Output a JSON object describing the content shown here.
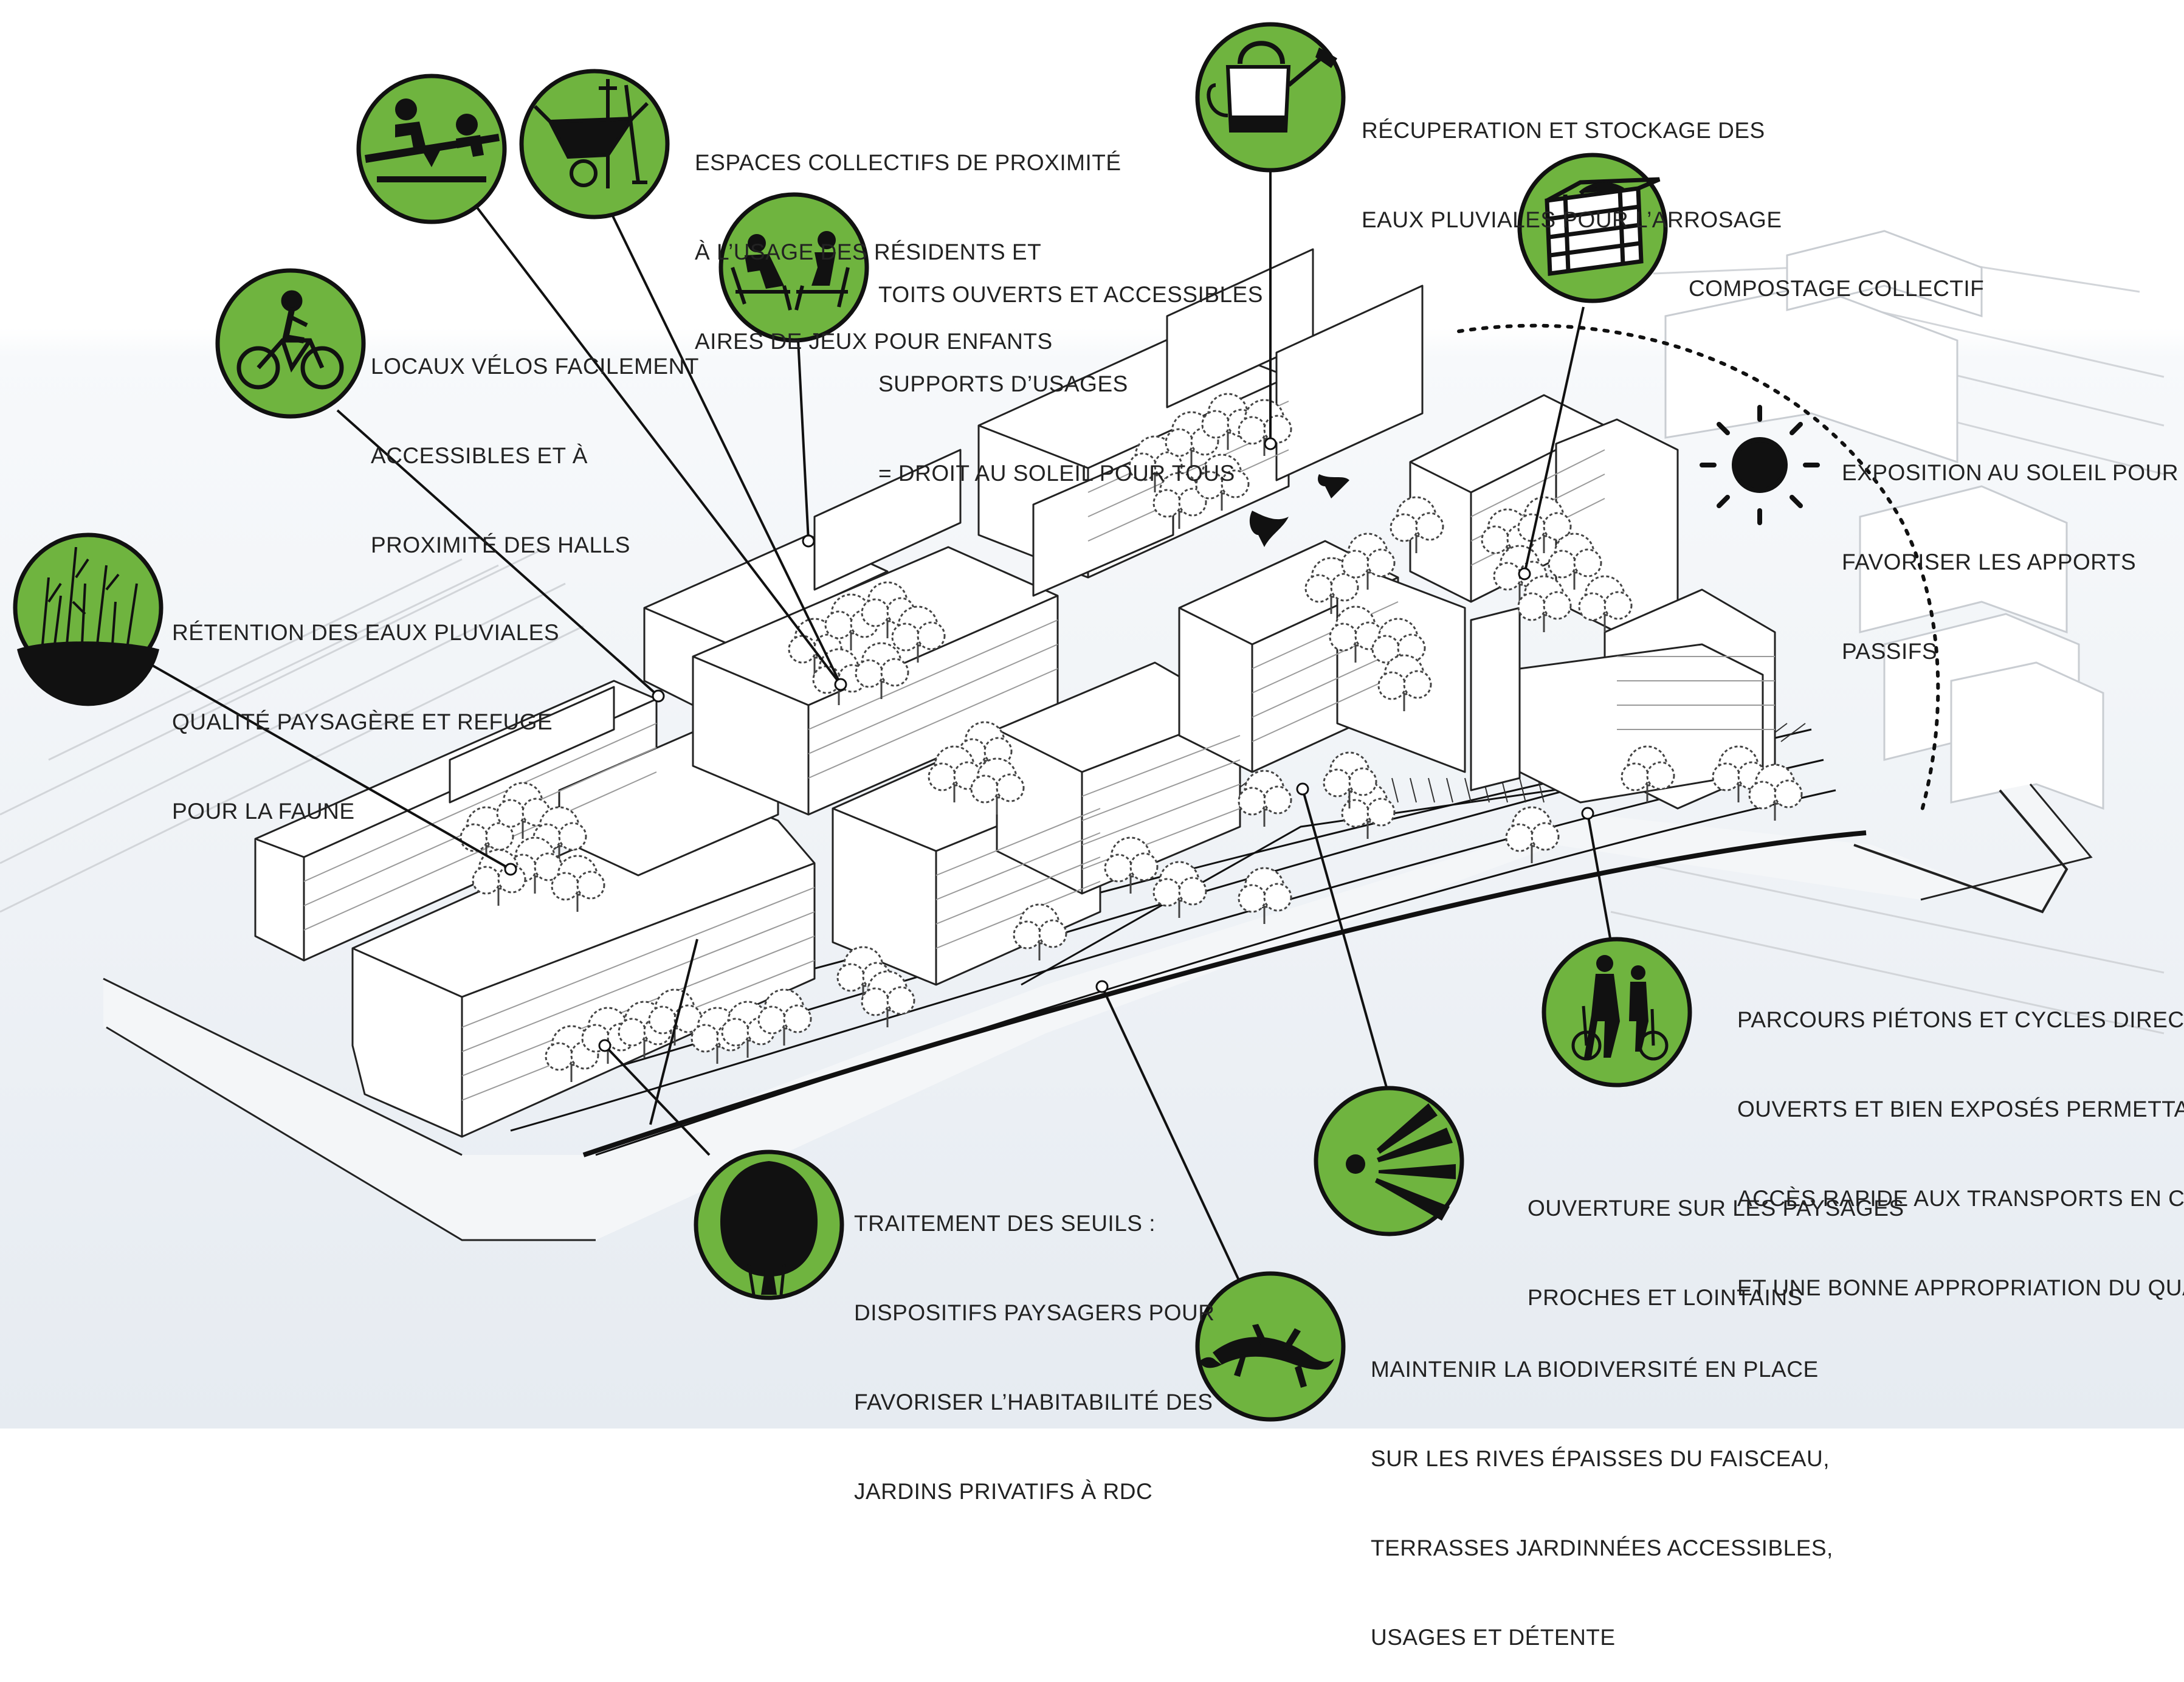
{
  "colors": {
    "icon_green": "#6fb43f",
    "ink": "#111111",
    "text": "#222222",
    "sky_gradient_top": "#ffffff",
    "sky_gradient_bottom": "#e6ebf1"
  },
  "annotations": [
    {
      "id": "espaces-collectifs",
      "icons": [
        "seesaw-children-icon",
        "wheelbarrow-garden-tools-icon"
      ],
      "lines": [
        "ESPACES COLLECTIFS DE PROXIMITÉ",
        "À L’USAGE DES RÉSIDENTS ET",
        "AIRES DE JEUX POUR ENFANTS"
      ]
    },
    {
      "id": "toits-ouverts",
      "icons": [
        "rooftop-lounge-chairs-icon"
      ],
      "lines": [
        "TOITS OUVERTS ET ACCESSIBLES",
        "SUPPORTS D’USAGES",
        "= DROIT AU SOLEIL POUR TOUS"
      ]
    },
    {
      "id": "recuperation-eaux",
      "icons": [
        "watering-can-icon"
      ],
      "lines": [
        "RÉCUPERATION ET STOCKAGE DES",
        "EAUX PLUVIALES POUR L’ARROSAGE"
      ]
    },
    {
      "id": "compostage",
      "icons": [
        "compost-bin-icon"
      ],
      "lines": [
        "COMPOSTAGE COLLECTIF"
      ]
    },
    {
      "id": "locaux-velos",
      "icons": [
        "cyclist-icon"
      ],
      "lines": [
        "LOCAUX VÉLOS FACILEMENT",
        "ACCESSIBLES ET À",
        "PROXIMITÉ DES HALLS"
      ]
    },
    {
      "id": "exposition-soleil",
      "icons": [
        "sun-icon"
      ],
      "lines": [
        "EXPOSITION AU SOLEIL POUR",
        "FAVORISER LES APPORTS",
        "PASSIFS"
      ]
    },
    {
      "id": "retention-eaux",
      "icons": [
        "wetland-grass-icon"
      ],
      "lines": [
        "RÉTENTION DES EAUX PLUVIALES",
        "QUALITÉ PAYSAGÈRE ET REFUGE",
        "POUR LA FAUNE"
      ]
    },
    {
      "id": "parcours-pietons",
      "icons": [
        "pedestrians-bicycles-icon"
      ],
      "lines": [
        "PARCOURS PIÉTONS ET CYCLES DIRECTS,",
        "OUVERTS ET BIEN EXPOSÉS PERMETTANT UN",
        "ACCÈS RAPIDE AUX TRANSPORTS EN COMMUN",
        "ET UNE BONNE APPROPRIATION DU QUARTIER"
      ]
    },
    {
      "id": "ouverture-paysages",
      "icons": [
        "view-rays-icon"
      ],
      "lines": [
        "OUVERTURE SUR LES PAYSAGES",
        "PROCHES ET LOINTAINS"
      ]
    },
    {
      "id": "traitement-seuils",
      "icons": [
        "tree-icon"
      ],
      "lines": [
        "TRAITEMENT DES SEUILS :",
        "DISPOSITIFS PAYSAGERS POUR",
        "FAVORISER L’HABITABILITÉ DES",
        "JARDINS PRIVATIFS À RDC"
      ]
    },
    {
      "id": "biodiversite",
      "icons": [
        "lizard-icon"
      ],
      "lines": [
        "MAINTENIR LA BIODIVERSITÉ EN PLACE",
        "SUR LES RIVES ÉPAISSES DU FAISCEAU,",
        "TERRASSES JARDINNÉES ACCESSIBLES,",
        "USAGES ET DÉTENTE"
      ]
    }
  ]
}
